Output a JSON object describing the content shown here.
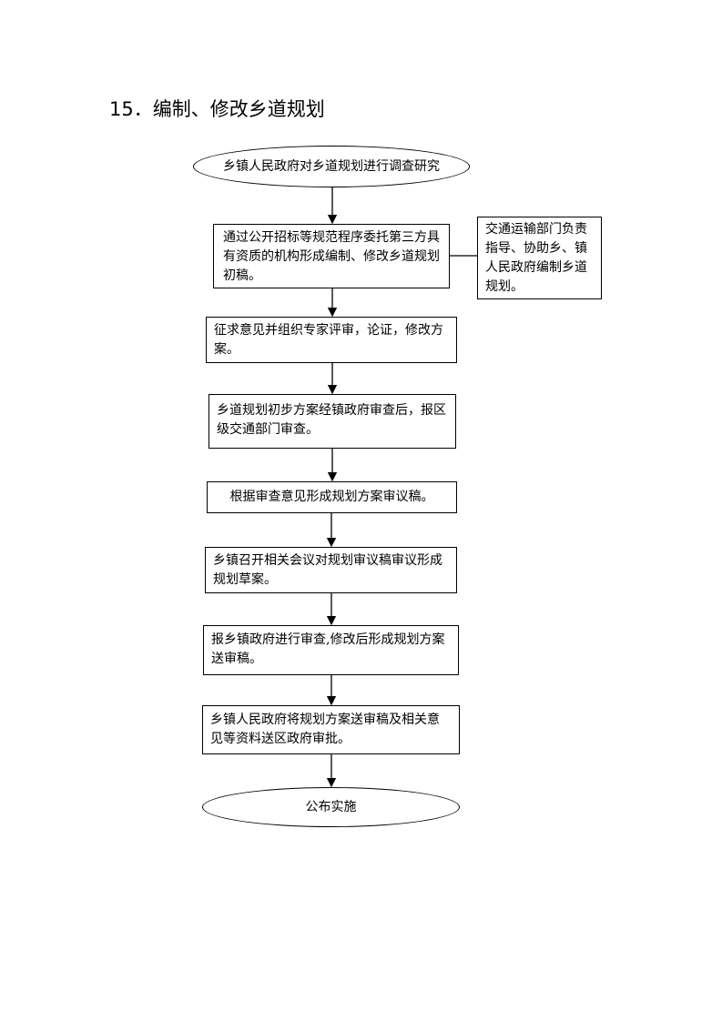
{
  "title": "15．编制、修改乡道规划",
  "nodes": {
    "start": {
      "lines": [
        "乡镇人民政府对乡道规划进行调查研究"
      ]
    },
    "step1": {
      "lines": [
        "通过公开招标等规范程序委托第三方具",
        "有资质的机构形成编制、修改乡道规划",
        "初稿。"
      ]
    },
    "side": {
      "lines": [
        "交通运输部门负责",
        "指导、协助乡、镇",
        "人民政府编制乡道",
        "规划。"
      ]
    },
    "step2": {
      "lines": [
        "征求意见并组织专家评审，论证，修改方",
        "案。"
      ]
    },
    "step3": {
      "lines": [
        "乡道规划初步方案经镇政府审查后，报区",
        "级交通部门审查。"
      ]
    },
    "step4": {
      "lines": [
        "根据审查意见形成规划方案审议稿。"
      ]
    },
    "step5": {
      "lines": [
        "乡镇召开相关会议对规划审议稿审议形成",
        "规划草案。"
      ]
    },
    "step6": {
      "lines": [
        "报乡镇政府进行审查,修改后形成规划方案",
        "送审稿。"
      ]
    },
    "step7": {
      "lines": [
        "乡镇人民政府将规划方案送审稿及相关意",
        "见等资料送区政府审批。"
      ]
    },
    "end": {
      "lines": [
        "公布实施"
      ]
    }
  }
}
